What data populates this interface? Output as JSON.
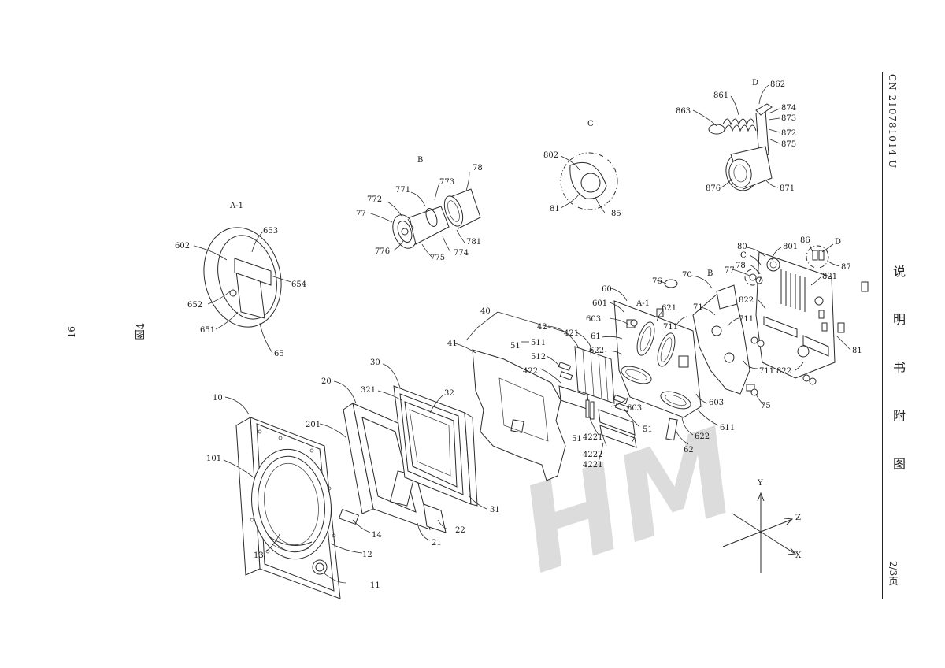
{
  "header": {
    "patent_number": "CN 210781014 U",
    "sheet_title": "说 明 书 附 图",
    "page_count": "2/3页",
    "page_number": "16",
    "figure_label": "图4"
  },
  "watermark": {
    "text": "HM"
  },
  "detail_views": {
    "a1": "A-1",
    "b": "B",
    "c": "C",
    "d": "D"
  },
  "reference_numerals": [
    "10",
    "101",
    "11",
    "12",
    "13",
    "14",
    "20",
    "201",
    "21",
    "22",
    "30",
    "31",
    "32",
    "321",
    "40",
    "41",
    "42",
    "421",
    "422",
    "4221",
    "4222",
    "4221",
    "51",
    "511",
    "512",
    "51",
    "51",
    "60",
    "601",
    "602",
    "603",
    "603",
    "603",
    "61",
    "611",
    "62",
    "621",
    "622",
    "622",
    "65",
    "651",
    "652",
    "653",
    "654",
    "70",
    "71",
    "711",
    "711",
    "711",
    "75",
    "76",
    "77",
    "771",
    "772",
    "773",
    "774",
    "775",
    "776",
    "78",
    "78",
    "781",
    "80",
    "801",
    "802",
    "81",
    "81",
    "821",
    "822",
    "822",
    "85",
    "86",
    "87",
    "861",
    "862",
    "863",
    "871",
    "872",
    "873",
    "874",
    "875",
    "876",
    "77",
    "A-1",
    "B",
    "C",
    "D"
  ],
  "axes": {
    "y": "Y",
    "z": "Z",
    "x": "X"
  }
}
